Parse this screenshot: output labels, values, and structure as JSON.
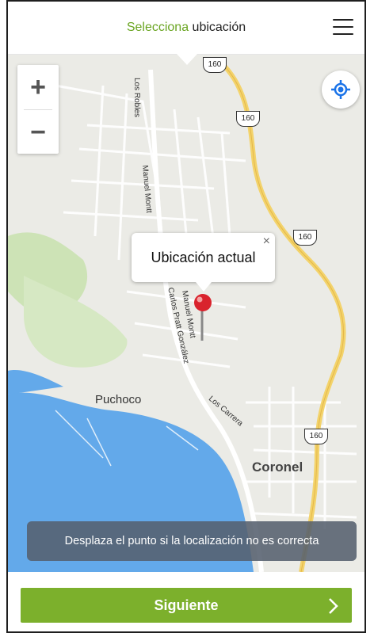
{
  "header": {
    "title_accent": "Selecciona",
    "title_rest": " ubicación"
  },
  "map": {
    "zoom_in": "+",
    "zoom_out": "−",
    "popup_text": "Ubicación actual",
    "popup_close": "×",
    "labels": {
      "puchoco": "Puchoco",
      "coronel": "Coronel",
      "los_robles": "Los Robles",
      "manuel_montt_1": "Manuel Montt",
      "manuel_montt_2": "Manuel Montt",
      "carlos_pratt": "Carlos Pratt González",
      "los_carrera": "Los Carrera"
    },
    "route_shields": [
      "160",
      "160",
      "160",
      "160"
    ],
    "colors": {
      "land": "#ebebe6",
      "water": "#63a9ea",
      "highway": "#f3d36b",
      "park": "#cde3b6",
      "pin": "#d9232d"
    }
  },
  "toast": {
    "text": "Desplaza el punto si la localización no es correcta"
  },
  "footer": {
    "next_label": "Siguiente"
  },
  "theme": {
    "accent": "#7cb02c"
  }
}
